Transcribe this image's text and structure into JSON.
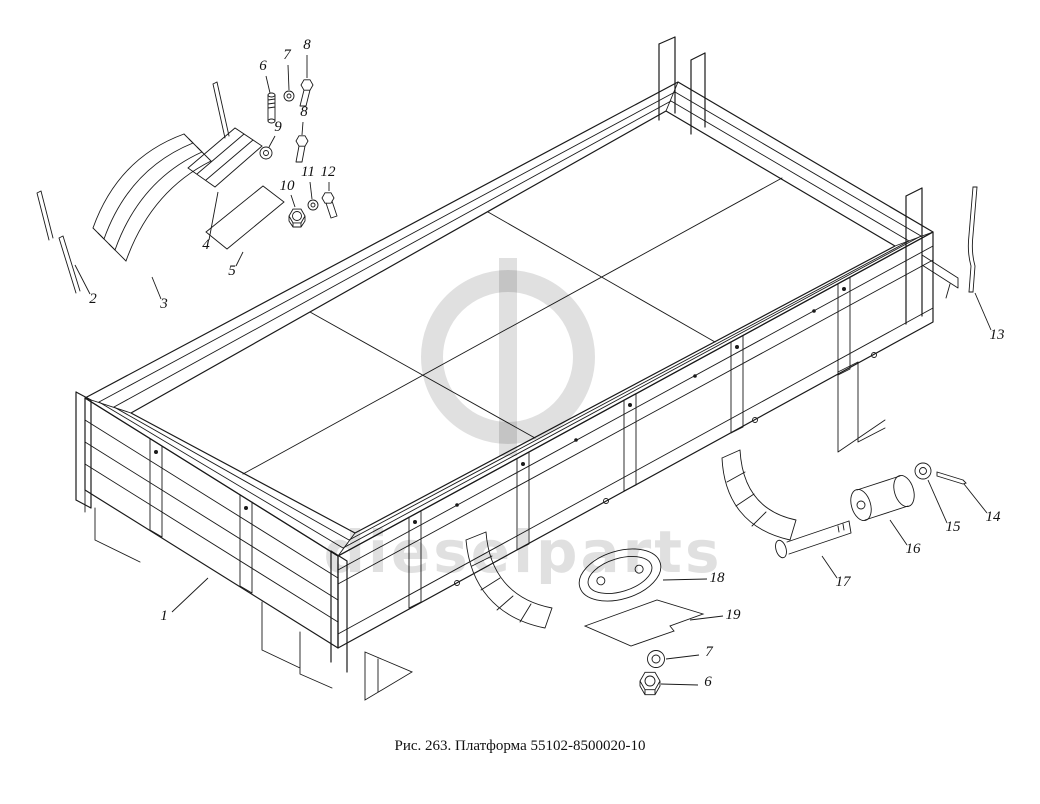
{
  "figure": {
    "caption": "Рис. 263. Платформа 55102-8500020-10"
  },
  "watermark": {
    "text": "dieselparts"
  },
  "callouts": [
    {
      "label": "6"
    },
    {
      "label": "7"
    },
    {
      "label": "8"
    },
    {
      "label": "9"
    },
    {
      "label": "8"
    },
    {
      "label": "10"
    },
    {
      "label": "11"
    },
    {
      "label": "12"
    },
    {
      "label": "2"
    },
    {
      "label": "3"
    },
    {
      "label": "4"
    },
    {
      "label": "5"
    },
    {
      "label": "13"
    },
    {
      "label": "14"
    },
    {
      "label": "15"
    },
    {
      "label": "16"
    },
    {
      "label": "17"
    },
    {
      "label": "18"
    },
    {
      "label": "19"
    },
    {
      "label": "7"
    },
    {
      "label": "6"
    },
    {
      "label": "1"
    }
  ],
  "colors": {
    "ink": "#1a1a1a"
  }
}
